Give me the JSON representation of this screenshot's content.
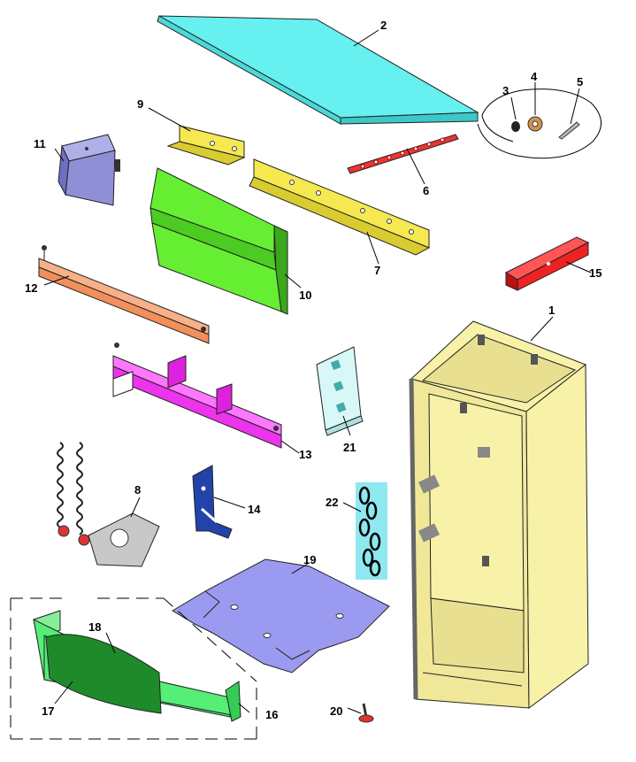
{
  "diagram": {
    "type": "exploded-parts-view",
    "callouts": [
      {
        "id": "c1",
        "text": "1"
      },
      {
        "id": "c2",
        "text": "2"
      },
      {
        "id": "c3",
        "text": "3"
      },
      {
        "id": "c4",
        "text": "4"
      },
      {
        "id": "c5",
        "text": "5"
      },
      {
        "id": "c6",
        "text": "6"
      },
      {
        "id": "c7",
        "text": "7"
      },
      {
        "id": "c8",
        "text": "8"
      },
      {
        "id": "c9",
        "text": "9"
      },
      {
        "id": "c10",
        "text": "10"
      },
      {
        "id": "c11",
        "text": "11"
      },
      {
        "id": "c12",
        "text": "12"
      },
      {
        "id": "c13",
        "text": "13"
      },
      {
        "id": "c14",
        "text": "14"
      },
      {
        "id": "c15",
        "text": "15"
      },
      {
        "id": "c16",
        "text": "16"
      },
      {
        "id": "c17",
        "text": "17"
      },
      {
        "id": "c18",
        "text": "18"
      },
      {
        "id": "c19",
        "text": "19"
      },
      {
        "id": "c20",
        "text": "20"
      },
      {
        "id": "c21",
        "text": "21"
      },
      {
        "id": "c22",
        "text": "22"
      }
    ],
    "colors": {
      "cabinet": "#f8f2a8",
      "top_panel": "#66f0f0",
      "bracket_yellow": "#f5e850",
      "front_panel": "#66ee33",
      "box_blue": "#8f8fd8",
      "rail_orange": "#f28f5a",
      "rail_magenta": "#ee33ee",
      "strip_red": "#ee2222",
      "bracket_navy": "#2244aa",
      "base_plate": "#9a9af0",
      "chain_bg": "#8ee8f0",
      "tray_green": "#55ee77",
      "insert_dark_green": "#1f8a2a"
    }
  }
}
